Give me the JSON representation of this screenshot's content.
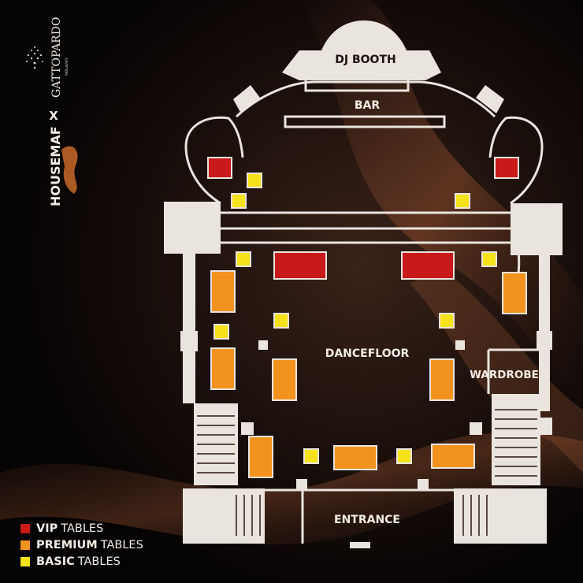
{
  "brand": {
    "partner_name": "GATTOPARDO",
    "partner_city": "MILANO",
    "separator": "X",
    "host_name": "HOUSEMAF"
  },
  "areas": {
    "dj_booth": "DJ BOOTH",
    "bar": "BAR",
    "dancefloor": "DANCEFLOOR",
    "wardrobe": "WARDROBE",
    "entrance": "ENTRANCE"
  },
  "legend": {
    "vip": {
      "strong": "VIP",
      "rest": "TABLES",
      "color": "#c8191b"
    },
    "premium": {
      "strong": "PREMIUM",
      "rest": "TABLES",
      "color": "#f3931f"
    },
    "basic": {
      "strong": "BASIC",
      "rest": "TABLES",
      "color": "#f5e21a"
    }
  },
  "colors": {
    "background": "#000000",
    "wall": "#e9e4dd",
    "vip": "#c8191b",
    "premium": "#f3931f",
    "basic": "#f5e21a",
    "text": "#f1ece5"
  }
}
